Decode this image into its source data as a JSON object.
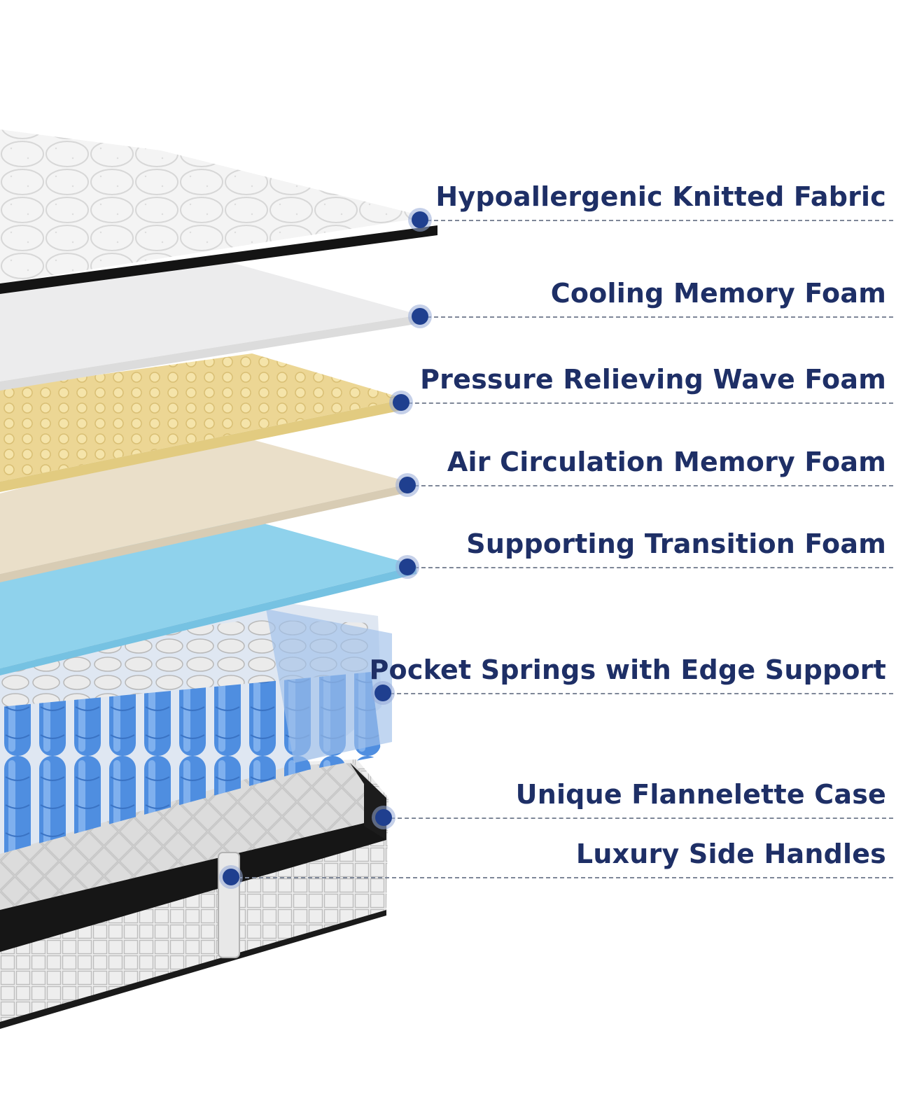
{
  "colors": {
    "label_text": "#1e2f66",
    "dot": "#1f3f8f",
    "leader_line": "#7e8798",
    "fabric_layer": "#f3f3f3",
    "cooling_foam": "#ececed",
    "wave_foam": "#ecd694",
    "air_foam": "#eadfc9",
    "transition_foam": "#8fd2ec",
    "springs": "#4a86d8",
    "case": "#1a1a1a"
  },
  "layers": [
    {
      "label": "Hypoallergenic Knitted Fabric",
      "icon": "layer-dot-icon"
    },
    {
      "label": "Cooling Memory Foam",
      "icon": "layer-dot-icon"
    },
    {
      "label": "Pressure Relieving Wave Foam",
      "icon": "layer-dot-icon"
    },
    {
      "label": "Air Circulation Memory Foam",
      "icon": "layer-dot-icon"
    },
    {
      "label": "Supporting Transition Foam",
      "icon": "layer-dot-icon"
    },
    {
      "label": "Pocket Springs with Edge Support",
      "icon": "layer-dot-icon"
    },
    {
      "label": "Unique Flannelette Case",
      "icon": "layer-dot-icon"
    },
    {
      "label": "Luxury Side Handles",
      "icon": "layer-dot-icon"
    }
  ]
}
